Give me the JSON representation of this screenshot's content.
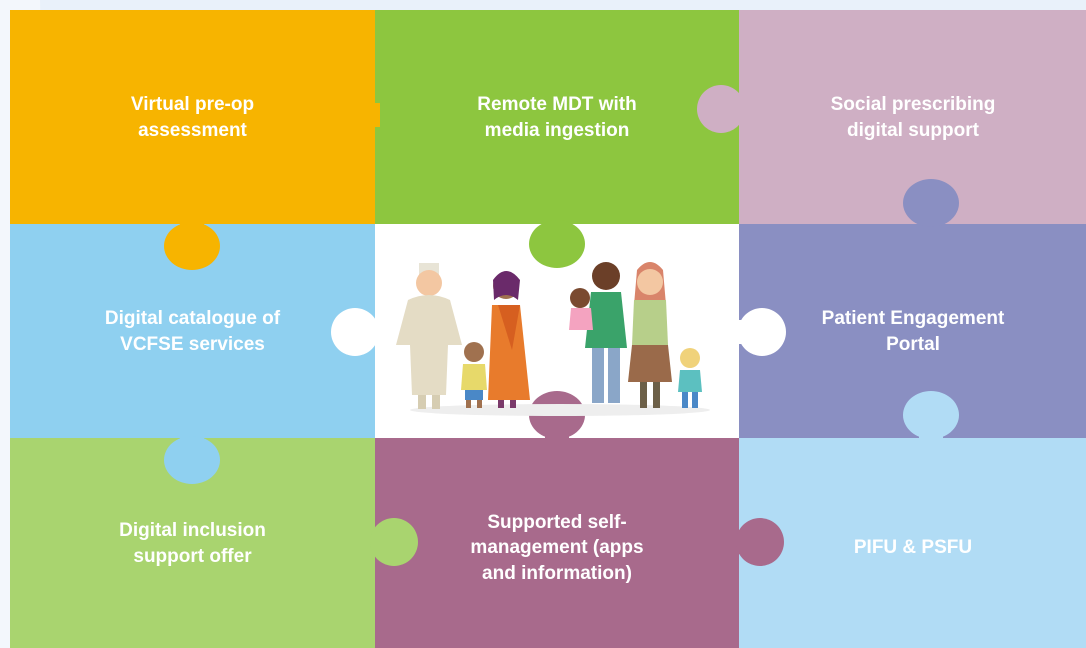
{
  "colors": {
    "background": "#e9f1fa",
    "orange": "#f7b400",
    "green": "#8dc63f",
    "pink": "#cfafc4",
    "light_blue": "#8fd0f0",
    "center": "#ffffff",
    "periwinkle": "#8a8fc2",
    "light_green": "#a9d46f",
    "purple": "#a86a8c",
    "pale_blue": "#b1dcf5"
  },
  "pieces": [
    {
      "id": "virtual-pre-op",
      "label": "Virtual pre-op\nassessment",
      "color": "#f7b400"
    },
    {
      "id": "remote-mdt",
      "label": "Remote MDT with\nmedia ingestion",
      "color": "#8dc63f"
    },
    {
      "id": "social-prescribing",
      "label": "Social prescribing\ndigital support",
      "color": "#cfafc4"
    },
    {
      "id": "digital-catalogue",
      "label": "Digital catalogue of\nVCFSE services",
      "color": "#8fd0f0"
    },
    {
      "id": "center-illustration",
      "label": "",
      "color": "#ffffff"
    },
    {
      "id": "patient-engagement",
      "label": "Patient Engagement\nPortal",
      "color": "#8a8fc2"
    },
    {
      "id": "digital-inclusion",
      "label": "Digital inclusion\nsupport offer",
      "color": "#a9d46f"
    },
    {
      "id": "supported-self-management",
      "label": "Supported self-\nmanagement (apps\nand information)",
      "color": "#a86a8c"
    },
    {
      "id": "pifu-psfu",
      "label": "PIFU & PSFU",
      "color": "#b1dcf5"
    }
  ],
  "illustration": {
    "name": "family-group-illustration"
  }
}
